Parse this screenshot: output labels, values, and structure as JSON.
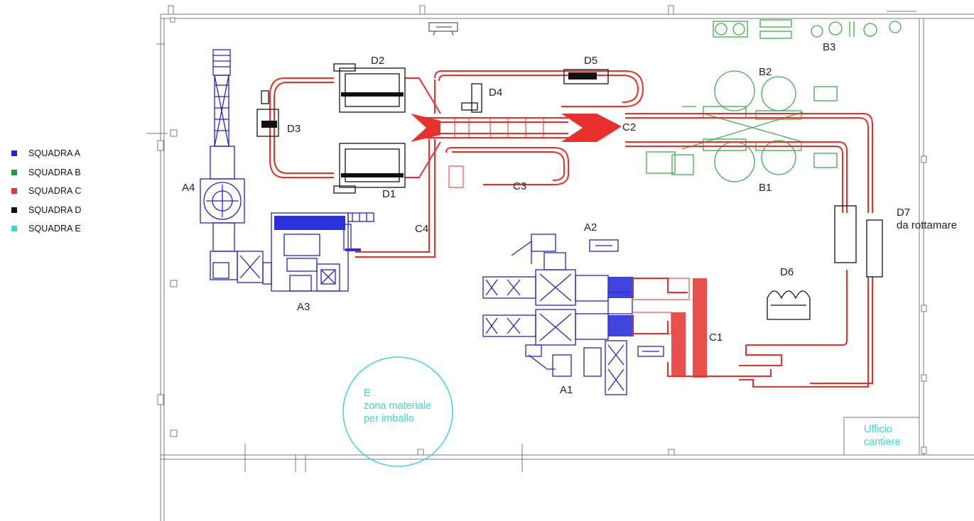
{
  "legend": [
    {
      "label": "SQUADRA A",
      "color": "#1f25c9"
    },
    {
      "label": "SQUADRA B",
      "color": "#1f9a45"
    },
    {
      "label": "SQUADRA C",
      "color": "#e8302c"
    },
    {
      "label": "SQUADRA D",
      "color": "#111111"
    },
    {
      "label": "SQUADRA E",
      "color": "#3ad6e0"
    }
  ],
  "zones": {
    "A1": "A1",
    "A2": "A2",
    "A3": "A3",
    "A4": "A4",
    "B1": "B1",
    "B2": "B2",
    "B3": "B3",
    "C1": "C1",
    "C2": "C2",
    "C3": "C3",
    "C4": "C4",
    "D1": "D1",
    "D2": "D2",
    "D3": "D3",
    "D4": "D4",
    "D5": "D5",
    "D6": "D6",
    "D7": "D7",
    "D7_note": "da rottamare",
    "E": "E",
    "E_line1": "zona materiale",
    "E_line2": "per imballo",
    "office_line1": "Ufficio",
    "office_line2": "cantiere"
  },
  "colors": {
    "team_a": "#1f25c9",
    "team_b": "#3fae4a",
    "team_c": "#e8302c",
    "team_d": "#111111",
    "team_e": "#3ad6e0",
    "walls": "#7a7a7a"
  }
}
